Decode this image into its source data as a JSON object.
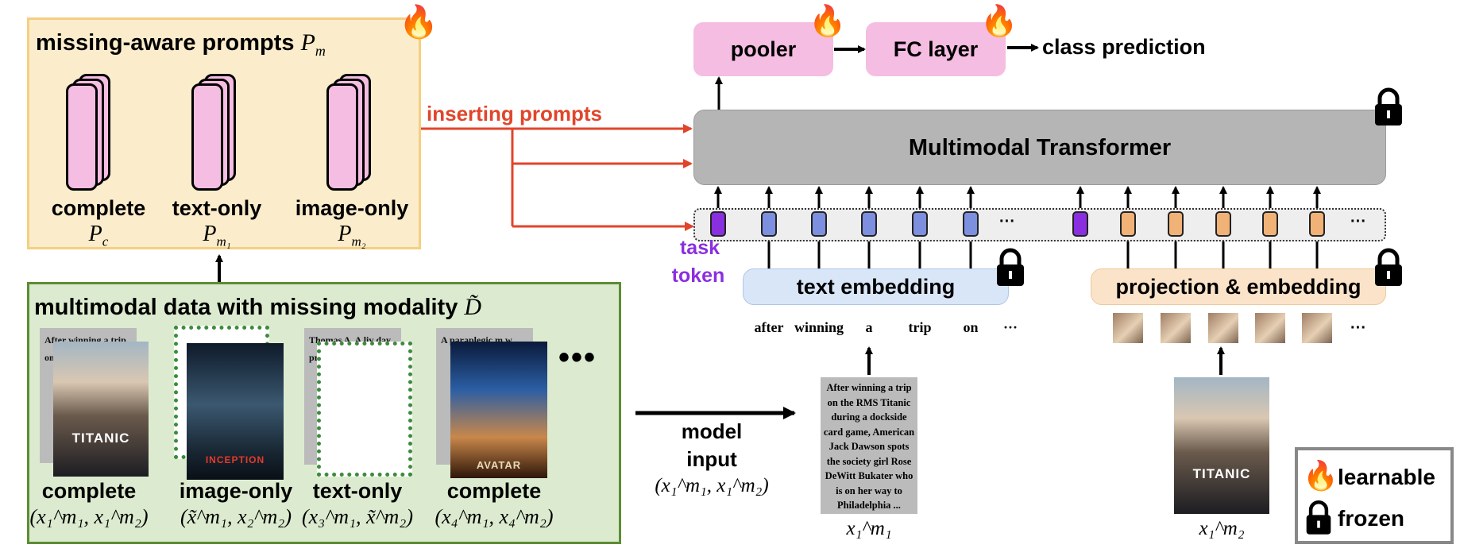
{
  "prompts_panel": {
    "title": "missing-aware prompts",
    "title_symbol": "P",
    "title_symbol_sub": "m",
    "items": [
      {
        "label": "complete",
        "symbol": "P",
        "sub": "c"
      },
      {
        "label": "text-only",
        "symbol": "P",
        "sub": "m₁"
      },
      {
        "label": "image-only",
        "symbol": "P",
        "sub": "m₂"
      }
    ]
  },
  "data_panel": {
    "title": "multimodal data with missing modality",
    "title_symbol": "D̃",
    "samples": [
      {
        "label": "complete",
        "symbol": "(x₁^m₁, x₁^m₂)",
        "text_snippet": "After winning a trip on d D s d",
        "poster_title": "TITANIC"
      },
      {
        "label": "image-only",
        "symbol": "(x̃^m₁, x₂^m₂)",
        "poster_title": "INCEPTION"
      },
      {
        "label": "text-only",
        "symbol": "(x₃^m₁, x̃^m₂)",
        "text_snippet": "Thomas A. A liv day pre kn"
      },
      {
        "label": "complete",
        "symbol": "(x₄^m₁, x₄^m₂)",
        "text_snippet": "A paraplegic m w",
        "poster_title": "AVATAR"
      }
    ],
    "ellipsis": "•••"
  },
  "arrows": {
    "inserting_prompts": "inserting prompts",
    "model_input_line1": "model",
    "model_input_line2": "input",
    "model_input_symbol": "(x₁^m₁, x₁^m₂)"
  },
  "head": {
    "pooler": "pooler",
    "fc_layer": "FC layer",
    "class_prediction": "class prediction"
  },
  "transformer": {
    "label": "Multimodal Transformer"
  },
  "tokens": {
    "task_token_line1": "task",
    "task_token_line2": "token",
    "text_ellipsis": "···",
    "image_ellipsis": "···"
  },
  "text_embedding": {
    "label": "text embedding",
    "words": [
      "after",
      "winning",
      "a",
      "trip",
      "on",
      "···"
    ]
  },
  "projection_embedding": {
    "label": "projection & embedding",
    "ellipsis": "···"
  },
  "text_input": {
    "text": "After winning a trip on the RMS Titanic during a dockside card game, American Jack Dawson spots the society girl Rose DeWitt Bukater who is on her way to Philadelphia ...",
    "symbol": "x₁^m₁"
  },
  "image_input": {
    "poster_title": "TITANIC",
    "symbol": "x₁^m₂"
  },
  "legend": {
    "learnable": "learnable",
    "frozen": "frozen"
  },
  "colors": {
    "prompt_pink": "#f5bde1",
    "arrow_red": "#e0452b",
    "task_purple": "#8a2fe0",
    "text_token_blue": "#7d8fdf",
    "image_token_orange": "#f0b276",
    "prompt_panel_bg": "#fbeccb",
    "data_panel_bg": "#dcebcf",
    "transformer_gray": "#b5b5b5"
  }
}
